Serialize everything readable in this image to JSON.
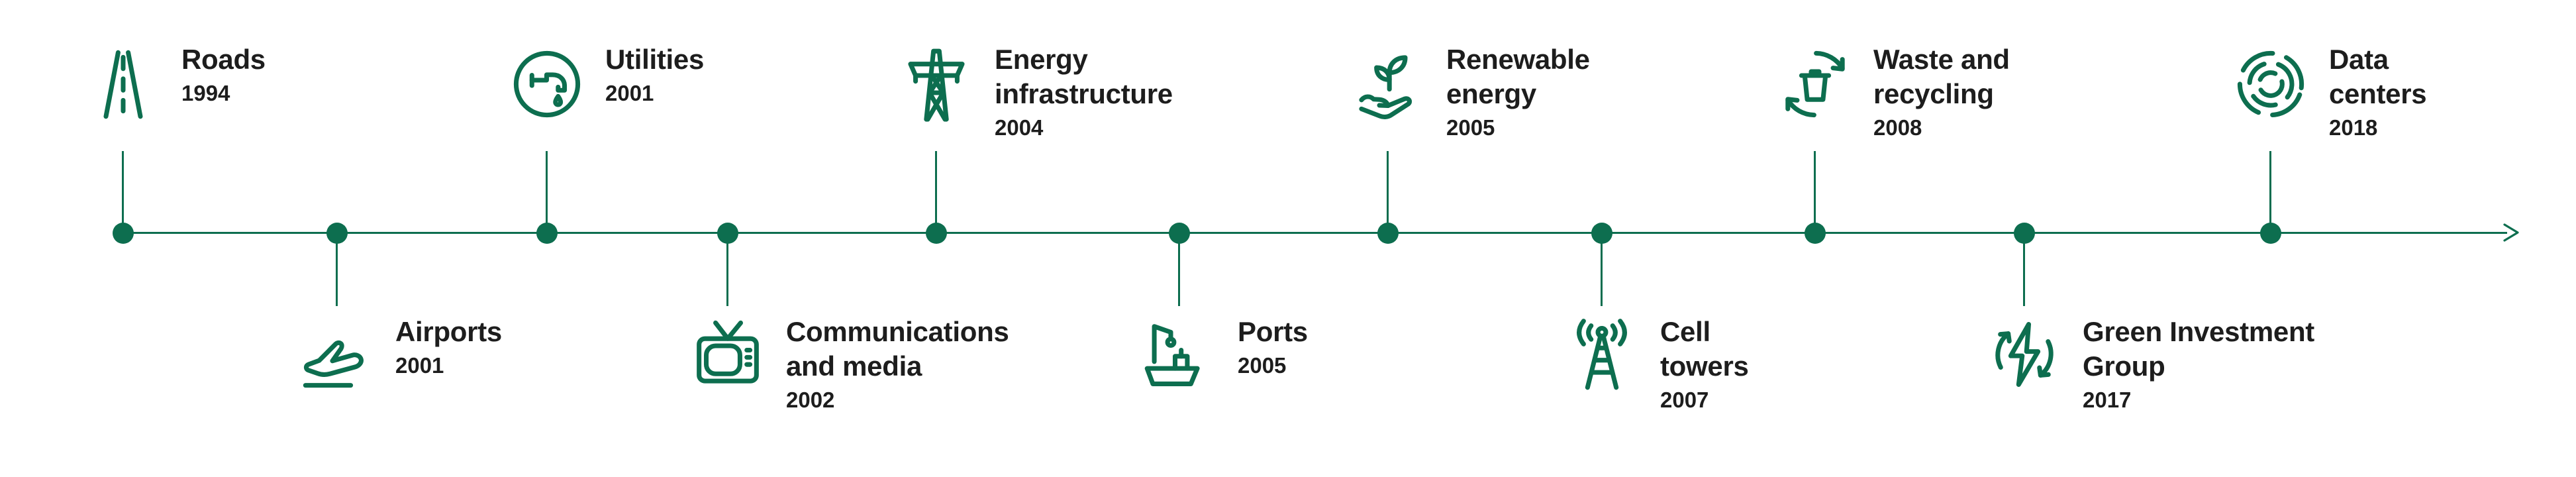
{
  "colors": {
    "accent_green": "#0d6e4f",
    "text": "#1d1d1d",
    "background": "#ffffff"
  },
  "timeline": {
    "direction": "left-to-right-arrow",
    "items": [
      {
        "label": "Roads",
        "year": "1994",
        "side": "above",
        "icon": "road-icon"
      },
      {
        "label": "Airports",
        "year": "2001",
        "side": "below",
        "icon": "airplane-icon"
      },
      {
        "label": "Utilities",
        "year": "2001",
        "side": "above",
        "icon": "utility-tap-icon"
      },
      {
        "label": "Communications and media",
        "year": "2002",
        "side": "below",
        "icon": "tv-icon"
      },
      {
        "label": "Energy infrastructure",
        "year": "2004",
        "side": "above",
        "icon": "transmission-tower-icon"
      },
      {
        "label": "Ports",
        "year": "2005",
        "side": "below",
        "icon": "ship-crane-icon"
      },
      {
        "label": "Renewable energy",
        "year": "2005",
        "side": "above",
        "icon": "hand-sprout-icon"
      },
      {
        "label": "Cell towers",
        "year": "2007",
        "side": "below",
        "icon": "cell-tower-icon"
      },
      {
        "label": "Waste and recycling",
        "year": "2008",
        "side": "above",
        "icon": "recycle-bin-icon"
      },
      {
        "label": "Green Investment Group",
        "year": "2017",
        "side": "below",
        "icon": "energy-cycle-icon"
      },
      {
        "label": "Data centers",
        "year": "2018",
        "side": "above",
        "icon": "data-rings-icon"
      }
    ]
  }
}
